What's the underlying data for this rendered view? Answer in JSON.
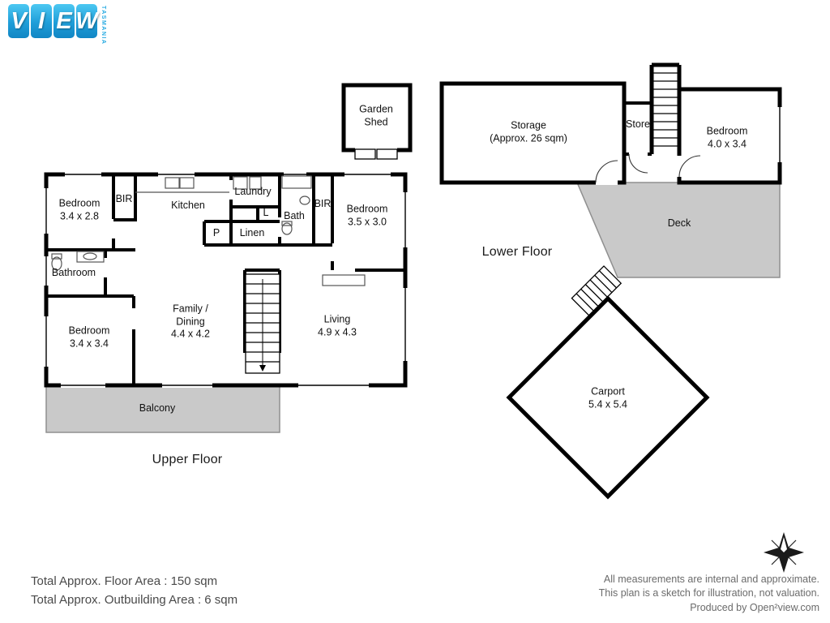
{
  "logo": {
    "letters": [
      "V",
      "I",
      "E",
      "W"
    ],
    "tagline": "TASMANIA",
    "brand_blue": "#29ABE2"
  },
  "floors": {
    "upper": {
      "title": "Upper Floor",
      "rooms": {
        "garden_shed": "Garden\nShed",
        "bedroom_1": "Bedroom\n3.4 x 2.8",
        "bir_left": "BIR",
        "kitchen": "Kitchen",
        "laundry": "Laundry",
        "linen_cupboard_small": "L",
        "bath": "Bath",
        "bir_right": "BIR",
        "bedroom_2": "Bedroom\n3.5 x 3.0",
        "pantry": "P",
        "linen": "Linen",
        "bathroom": "Bathroom",
        "bedroom_3": "Bedroom\n3.4 x 3.4",
        "family_dining": "Family /\nDining\n4.4 x 4.2",
        "living": "Living\n4.9 x 4.3",
        "balcony": "Balcony"
      }
    },
    "lower": {
      "title": "Lower Floor",
      "rooms": {
        "storage": "Storage\n(Approx. 26 sqm)",
        "store": "Store",
        "bedroom_4": "Bedroom\n4.0 x 3.4",
        "deck": "Deck",
        "carport": "Carport\n5.4 x 5.4"
      }
    }
  },
  "footer": {
    "total_floor_area": "Total Approx. Floor Area : 150 sqm",
    "total_outbuilding_area": "Total Approx. Outbuilding Area : 6 sqm",
    "disclaimer_line1": "All measurements are internal and approximate.",
    "disclaimer_line2": "This plan is a sketch for illustration, not valuation.",
    "produced_by": "Produced by Open²view.com"
  }
}
